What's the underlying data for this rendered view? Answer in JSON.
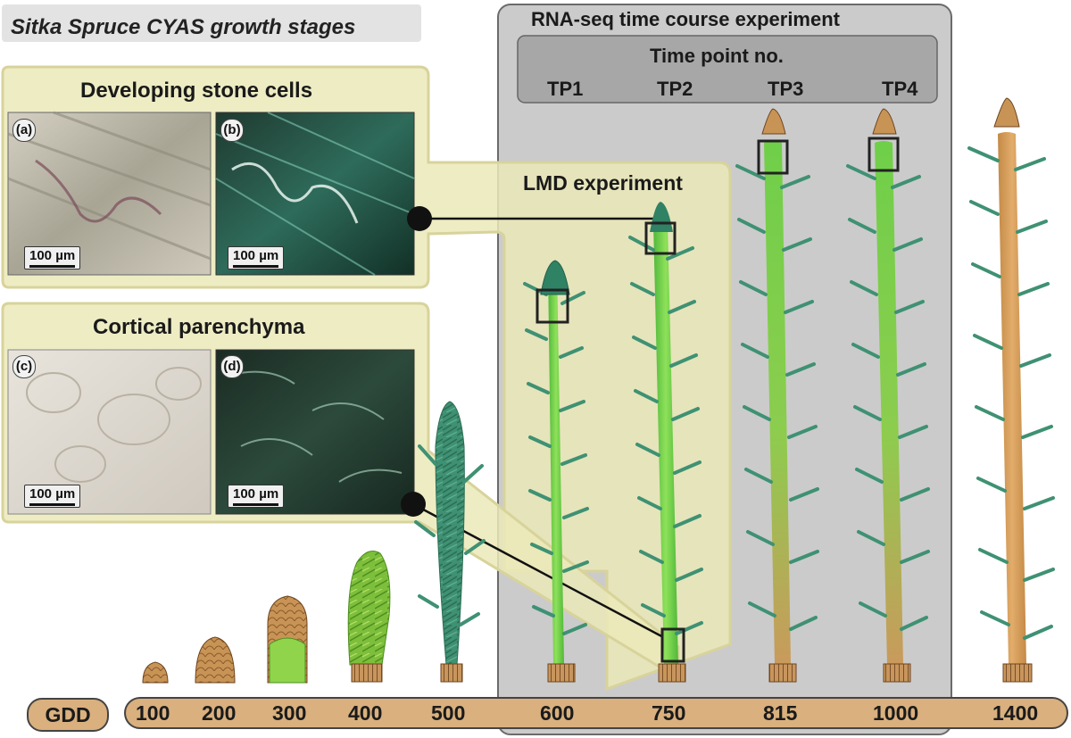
{
  "figure": {
    "title": "Sitka Spruce CYAS growth stages",
    "rna_seq_label": "RNA-seq time course experiment",
    "time_point_label": "Time point no.",
    "time_points": [
      "TP1",
      "TP2",
      "TP3",
      "TP4"
    ],
    "lmd_label": "LMD experiment",
    "stone_cells_label": "Developing stone cells",
    "cortical_label": "Cortical parenchyma",
    "panels": [
      {
        "letter": "(a)",
        "scale": "100 µm"
      },
      {
        "letter": "(b)",
        "scale": "100 µm"
      },
      {
        "letter": "(c)",
        "scale": "100 µm"
      },
      {
        "letter": "(d)",
        "scale": "100 µm"
      }
    ],
    "gdd_label": "GDD",
    "gdd_values": [
      "100",
      "200",
      "300",
      "400",
      "500",
      "600",
      "750",
      "815",
      "1000",
      "1400"
    ]
  },
  "colors": {
    "callout_fill": "#ecebbf",
    "callout_stroke": "#d6d29a",
    "grey_box": "#8f8f8f",
    "needle_dark": "#3d8a6e",
    "needle_green": "#5cc03a",
    "brown": "#c89456",
    "gdd_fill": "#d9b07e"
  }
}
